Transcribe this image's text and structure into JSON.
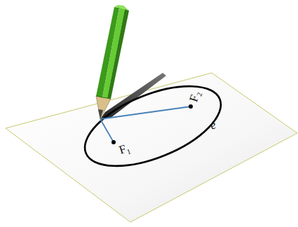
{
  "diagram": {
    "labels": [
      "F₁",
      "F₂",
      "e"
    ]
  }
}
